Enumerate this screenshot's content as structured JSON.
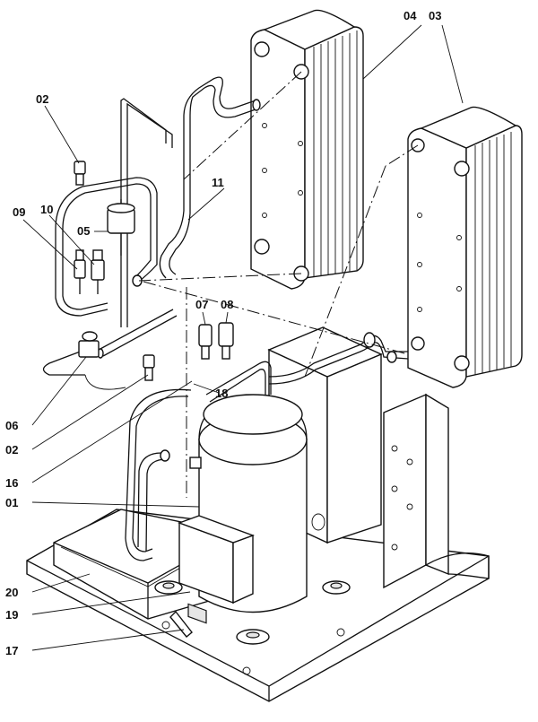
{
  "labels": {
    "l01": "01",
    "l02a": "02",
    "l02b": "02",
    "l03": "03",
    "l04": "04",
    "l05": "05",
    "l06": "06",
    "l07": "07",
    "l08": "08",
    "l09": "09",
    "l10": "10",
    "l11": "11",
    "l16": "16",
    "l17": "17",
    "l18": "18",
    "l19": "19",
    "l20": "20"
  }
}
